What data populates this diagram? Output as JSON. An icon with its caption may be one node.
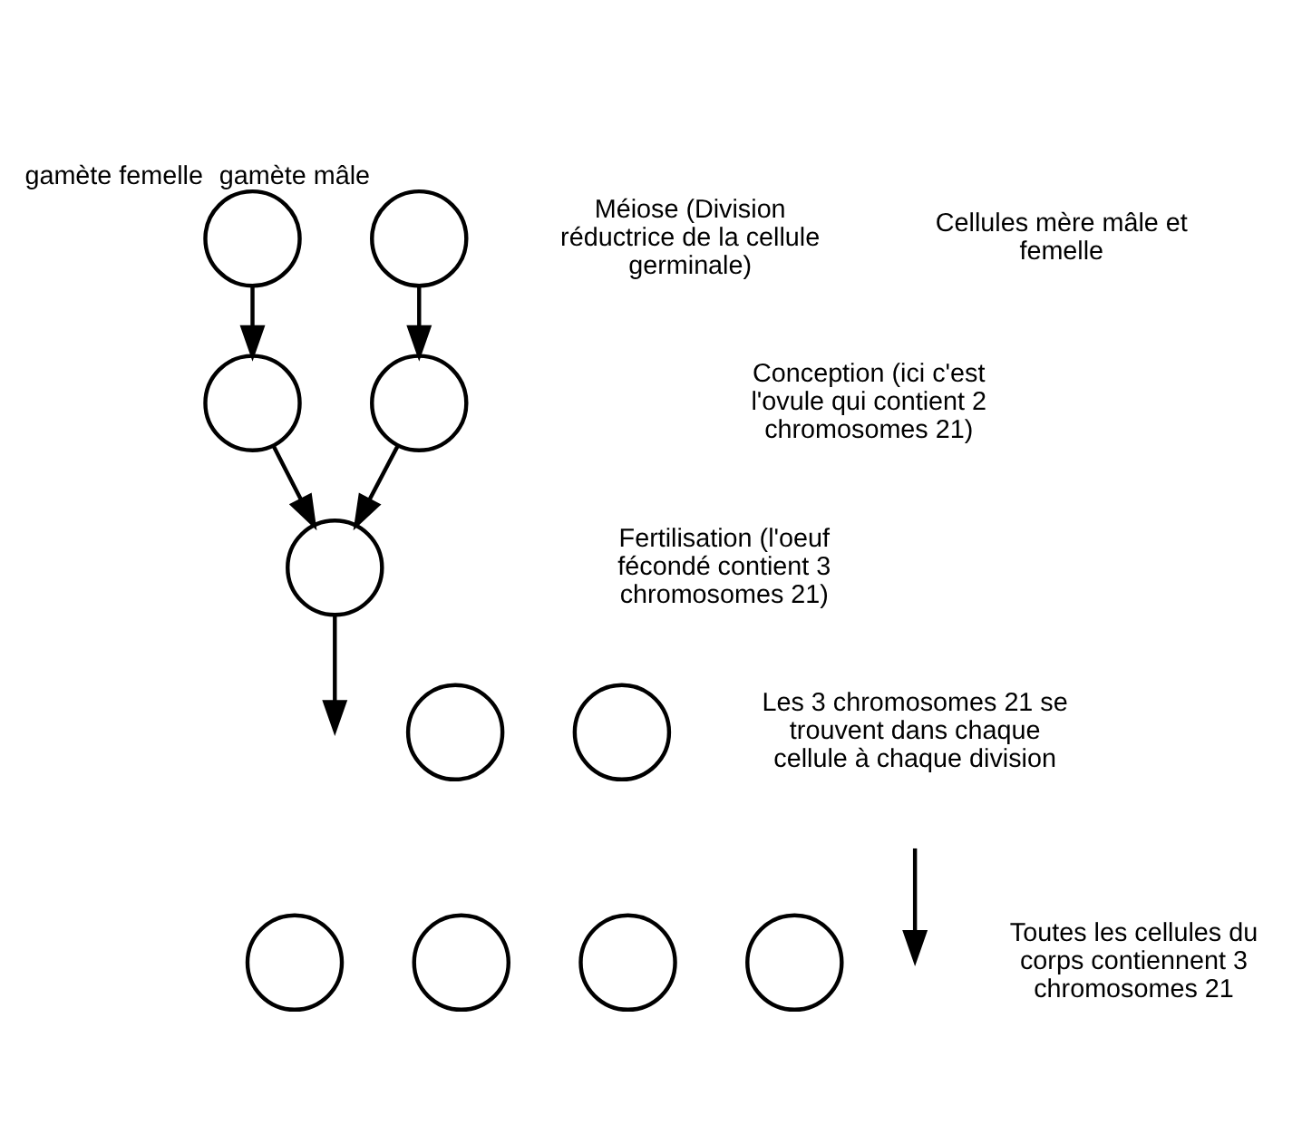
{
  "diagram": {
    "nodes": [
      {
        "text": [
          "gamète femelle"
        ]
      },
      {
        "text": [
          "gamète mâle"
        ]
      },
      {
        "text": [],
        "shape": "circle"
      },
      {
        "text": [],
        "shape": "circle"
      },
      {
        "text": [],
        "shape": "circle"
      },
      {
        "text": [],
        "shape": "circle"
      },
      {
        "text": [],
        "shape": "circle"
      },
      {
        "text": [],
        "shape": "circle"
      },
      {
        "text": [],
        "shape": "circle"
      },
      {
        "text": [],
        "shape": "circle"
      },
      {
        "text": [],
        "shape": "circle"
      }
    ],
    "edges": [
      {
        "from": 0,
        "to": 2,
        "arrow": "to"
      },
      {
        "from": 1,
        "to": 3,
        "arrow": "to"
      },
      {
        "from": 2,
        "to": 4,
        "arrow": "to"
      },
      {
        "from": 3,
        "to": 4,
        "arrow": "to"
      },
      {
        "from": 4,
        "to": null,
        "arrow": "to"
      }
    ],
    "labels": [
      "Méiose (Division réductrice de la cellule germinale)",
      "Cellules mère mâle et femelle",
      "Conception (ici c'est l'ovule qui contient 2 chromosomes 21)",
      "Fertilisation (l'oeuf fécondé contient 3 chromosomes 21)",
      "Les 3 chromosomes 21 se trouvent dans chaque cellule à chaque division",
      "Toutes les cellules du corps contiennent 3 chromosomes 21"
    ]
  }
}
